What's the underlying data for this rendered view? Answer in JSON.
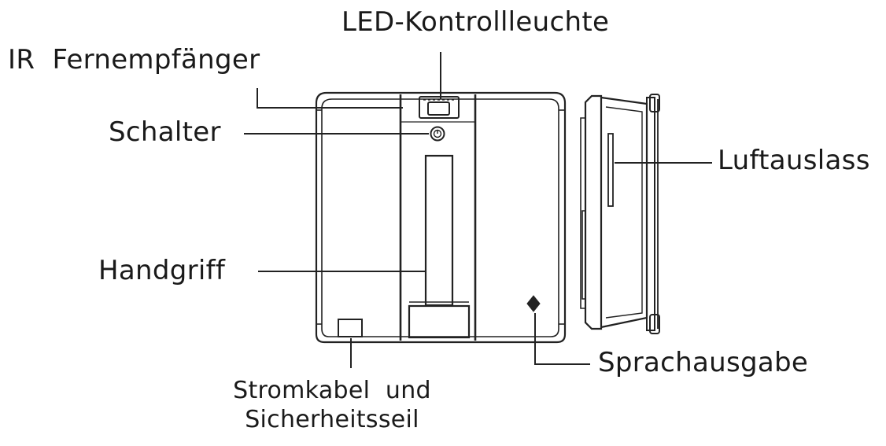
{
  "labels": {
    "led": "LED-Kontrollleuchte",
    "ir": "IR  Fernempfänger",
    "schalter": "Schalter",
    "luftauslass": "Luftauslass",
    "handgriff": "Handgriff",
    "sprachausgabe": "Sprachausgabe",
    "stromkabel_line1": "Stromkabel  und",
    "stromkabel_line2": "Sicherheitsseil"
  },
  "colors": {
    "stroke": "#222222",
    "fill": "#ffffff",
    "text": "#1a1a1a"
  }
}
